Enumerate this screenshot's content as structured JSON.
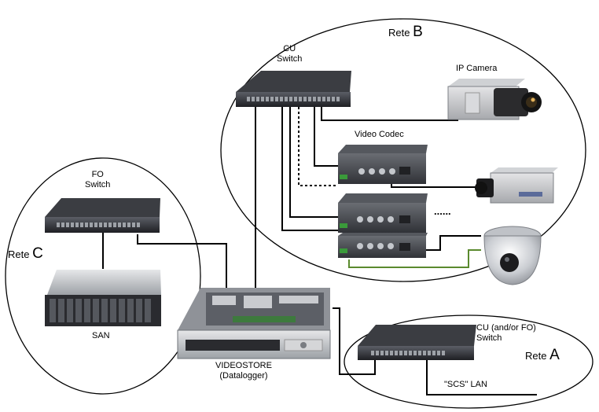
{
  "labels": {
    "cu_switch_b_line1": "CU",
    "cu_switch_b_line2": "Switch",
    "ip_camera": "IP Camera",
    "video_codec": "Video Codec",
    "fo_switch_line1": "FO",
    "fo_switch_line2": "Switch",
    "san": "SAN",
    "videostore_line1": "VIDEOSTORE",
    "videostore_line2": "(Datalogger)",
    "cu_fo_switch_line1": "CU (and/or FO)",
    "cu_fo_switch_line2": "Switch",
    "scs_lan": "\"SCS\" LAN",
    "more_dots": "......"
  },
  "networks": {
    "b": {
      "word": "Rete",
      "letter": "B"
    },
    "c": {
      "word": "Rete",
      "letter": "C"
    },
    "a": {
      "word": "Rete",
      "letter": "A"
    }
  },
  "colors": {
    "cable": "#000000",
    "green_cable": "#5a8a2e",
    "device_dark": "#2e2f33",
    "device_mid": "#4a4c52",
    "server_silver": "#b9bcc0"
  }
}
